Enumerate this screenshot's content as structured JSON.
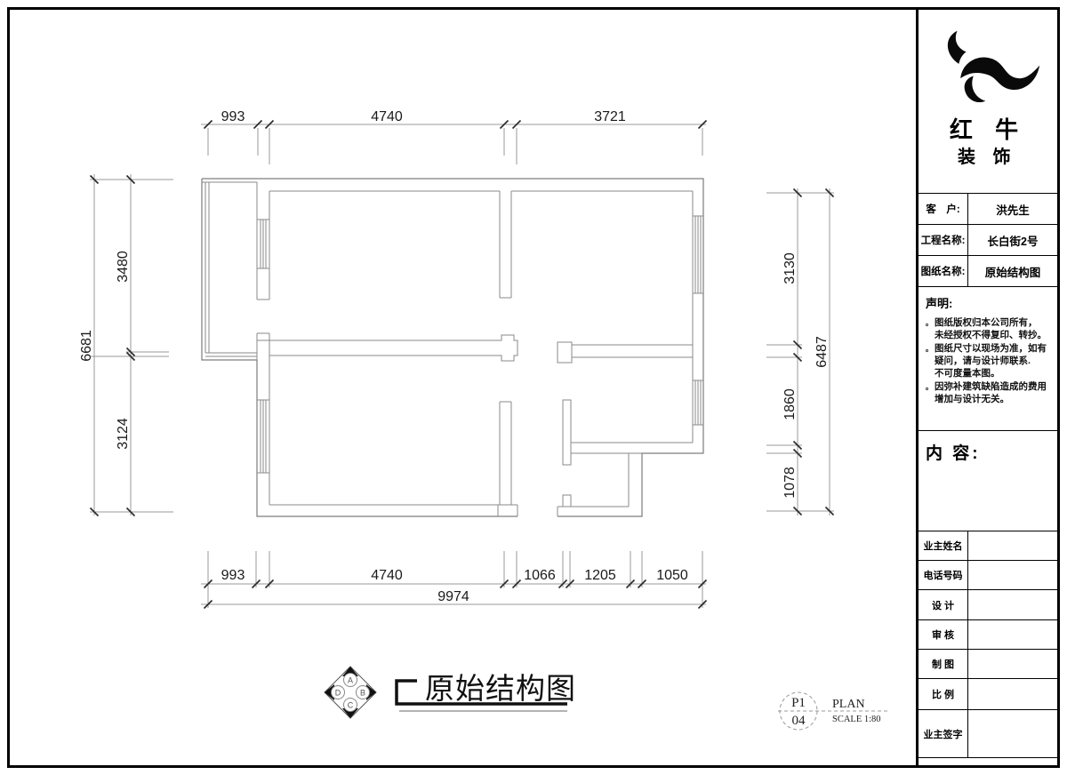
{
  "plan": {
    "dims_top": [
      "993",
      "4740",
      "3721"
    ],
    "dims_bottom": [
      "993",
      "4740",
      "1066",
      "1205",
      "1050"
    ],
    "dim_bottom_total": "9974",
    "dims_left": [
      "3480",
      "3124"
    ],
    "dim_left_total": "6681",
    "dims_right": [
      "3130",
      "1860",
      "1078"
    ],
    "dim_right_total": "6487"
  },
  "drawing_title": {
    "label": "原始结构图"
  },
  "compass": {
    "letters": [
      "A",
      "B",
      "C",
      "D"
    ]
  },
  "plan_marker": {
    "code": "P1",
    "page": "04",
    "name": "PLAN",
    "scale": "SCALE 1:80"
  },
  "titleblock": {
    "brand": {
      "line1": "红 牛",
      "line2": "装 饰"
    },
    "fields": [
      {
        "label": "客　户:",
        "value": "洪先生"
      },
      {
        "label": "工程名称:",
        "value": "长白街2号"
      },
      {
        "label": "图纸名称:",
        "value": "原始结构图"
      }
    ],
    "statement": {
      "heading": "声明:",
      "items": [
        {
          "bullet": "。",
          "text": "图纸版权归本公司所有，\n未经授权不得复印、转抄。"
        },
        {
          "bullet": "。",
          "text": "图纸尺寸以现场为准，如有\n疑问，请与设计师联系.\n不可度量本图。"
        },
        {
          "bullet": "。",
          "text": "因弥补建筑缺陷造成的费用\n增加与设计无关。"
        }
      ]
    },
    "content": {
      "heading": "内 容:"
    },
    "rows": [
      {
        "label": "业主姓名",
        "value": ""
      },
      {
        "label": "电话号码",
        "value": ""
      },
      {
        "label": "设 计",
        "value": ""
      },
      {
        "label": "审 核",
        "value": ""
      },
      {
        "label": "制 图",
        "value": ""
      },
      {
        "label": "比 例",
        "value": ""
      },
      {
        "label": "业主签字",
        "value": ""
      }
    ]
  }
}
